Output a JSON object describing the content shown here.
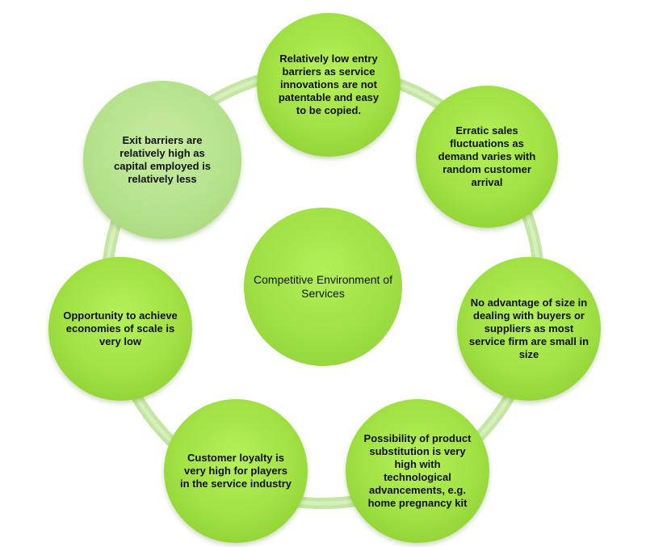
{
  "diagram": {
    "center": {
      "label": "Competitive Environment of Services"
    },
    "nodes": [
      {
        "id": "entry-barriers",
        "label": "Relatively low entry barriers as service innovations are not patentable and easy to be copied."
      },
      {
        "id": "erratic-sales",
        "label": "Erratic sales fluctuations as demand varies with random customer arrival"
      },
      {
        "id": "no-size-advantage",
        "label": "No advantage of size in dealing with buyers or suppliers as most service firm are small in size"
      },
      {
        "id": "product-substitution",
        "label": "Possibility of product substitution is very high with technological advancements, e.g. home pregnancy kit"
      },
      {
        "id": "customer-loyalty",
        "label": "Customer loyalty is very high for players in the service industry"
      },
      {
        "id": "economies-of-scale",
        "label": "Opportunity to achieve economies of scale is very low"
      },
      {
        "id": "exit-barriers",
        "label": "Exit barriers are relatively high as capital employed is relatively less"
      }
    ]
  },
  "colors": {
    "node_fill": "#a2e244",
    "ring": "#bde39a",
    "text": "#111111"
  }
}
